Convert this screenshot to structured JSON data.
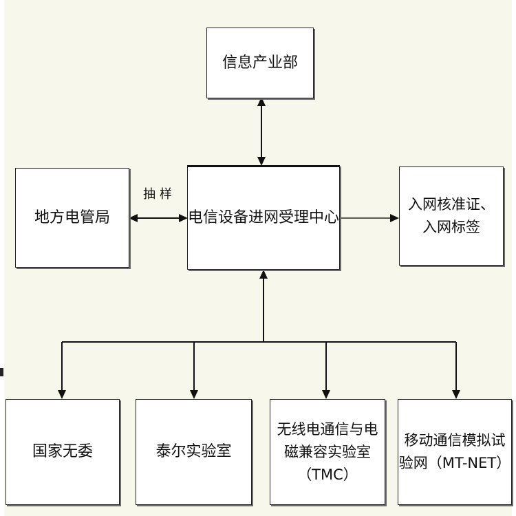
{
  "nodes": {
    "top": "信息产业部",
    "left": "地方电管局",
    "center": "电信设备进网受理中心",
    "right": "入网核准证、\n入网标签",
    "b1": "国家无委",
    "b2": "泰尔实验室",
    "b3": "无线电通信与电\n磁兼容实验室\n（TMC）",
    "b4": "移动通信模拟试\n验网（MT-NET）"
  },
  "edge_labels": {
    "sampling": "抽样"
  }
}
